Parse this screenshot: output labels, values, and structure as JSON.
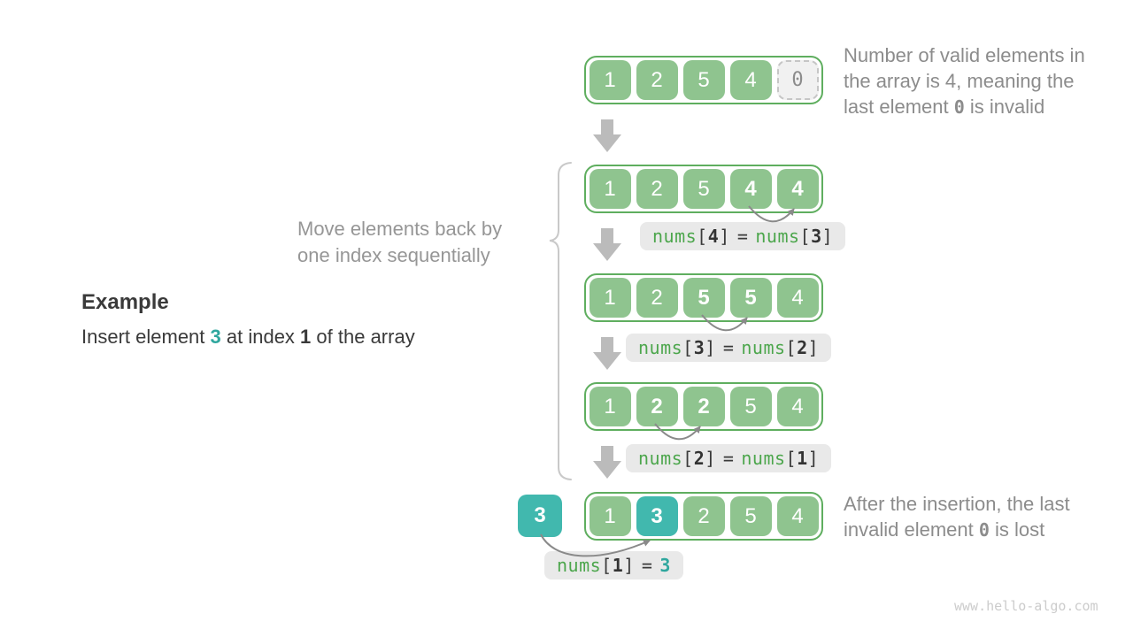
{
  "page": {
    "watermark": "www.hello-algo.com"
  },
  "example": {
    "heading": "Example",
    "description": {
      "pre": "Insert element ",
      "value": "3",
      "mid": " at index ",
      "index": "1",
      "post": " of the array"
    }
  },
  "brace_note": {
    "line1": "Move elements back by",
    "line2": "one index sequentially"
  },
  "note_top": {
    "line1": "Number of valid elements in",
    "line2": "the array is 4, meaning the",
    "line3_pre": "last element ",
    "line3_code": "0",
    "line3_post": " is invalid"
  },
  "note_bottom": {
    "line1": "After the insertion, the last",
    "line2_pre": "invalid element ",
    "line2_code": "0",
    "line2_post": " is lost"
  },
  "inserted": {
    "value": "3"
  },
  "arrays": [
    {
      "cells": [
        {
          "v": "1"
        },
        {
          "v": "2"
        },
        {
          "v": "5"
        },
        {
          "v": "4"
        },
        {
          "v": "0",
          "state": "invalid"
        }
      ]
    },
    {
      "cells": [
        {
          "v": "1"
        },
        {
          "v": "2"
        },
        {
          "v": "5"
        },
        {
          "v": "4",
          "state": "moved"
        },
        {
          "v": "4",
          "state": "moved"
        }
      ],
      "label": {
        "fn1": "nums",
        "open1": "[",
        "idx1": "4",
        "close1": "]",
        "eq": "=",
        "fn2": "nums",
        "open2": "[",
        "idx2": "3",
        "close2": "]"
      }
    },
    {
      "cells": [
        {
          "v": "1"
        },
        {
          "v": "2"
        },
        {
          "v": "5",
          "state": "moved"
        },
        {
          "v": "5",
          "state": "moved"
        },
        {
          "v": "4"
        }
      ],
      "label": {
        "fn1": "nums",
        "open1": "[",
        "idx1": "3",
        "close1": "]",
        "eq": "=",
        "fn2": "nums",
        "open2": "[",
        "idx2": "2",
        "close2": "]"
      }
    },
    {
      "cells": [
        {
          "v": "1"
        },
        {
          "v": "2",
          "state": "moved"
        },
        {
          "v": "2",
          "state": "moved"
        },
        {
          "v": "5"
        },
        {
          "v": "4"
        }
      ],
      "label": {
        "fn1": "nums",
        "open1": "[",
        "idx1": "2",
        "close1": "]",
        "eq": "=",
        "fn2": "nums",
        "open2": "[",
        "idx2": "1",
        "close2": "]"
      }
    },
    {
      "cells": [
        {
          "v": "1"
        },
        {
          "v": "3",
          "state": "inserted"
        },
        {
          "v": "2"
        },
        {
          "v": "5"
        },
        {
          "v": "4"
        }
      ],
      "label": {
        "fn1": "nums",
        "open1": "[",
        "idx1": "1",
        "close1": "]",
        "eq": "=",
        "value": "3"
      }
    }
  ],
  "colors": {
    "cell_green": "#8FC48F",
    "array_border_green": "#5FAE5F",
    "cell_teal": "#41B8AE",
    "teal_text": "#2FA79E",
    "invalid_bg": "#F1F1F1",
    "invalid_border": "#C6C6C6",
    "pill_bg": "#E9E9E9",
    "code_green": "#4CA64C",
    "text_dark": "#3A3A3A",
    "text_gray": "#8C8C8C",
    "block_arrow_gray": "#BBBBBB",
    "arc_arrow_gray": "#8A8A8A",
    "brace_gray": "#C9C9C9"
  }
}
